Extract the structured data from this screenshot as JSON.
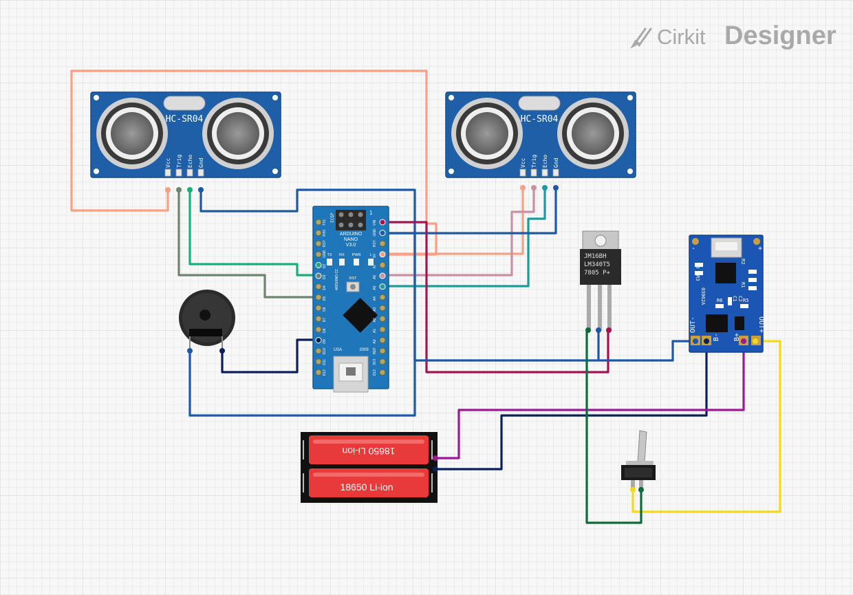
{
  "brand": {
    "cirkit": "Cirkit",
    "designer": "Designer",
    "logo_icon": "pencil-icon"
  },
  "components": {
    "sonar_left": {
      "label": "HC-SR04",
      "pins": [
        "Vcc",
        "Trig",
        "Echo",
        "Gnd"
      ]
    },
    "sonar_right": {
      "label": "HC-SR04",
      "pins": [
        "Vcc",
        "Trig",
        "Echo",
        "Gnd"
      ]
    },
    "nano": {
      "title_lines": [
        "ARDUINO",
        "NANO",
        "V3.0"
      ],
      "icsp_label": "ICSP",
      "icsp_pin1": "1",
      "leds": [
        "TX",
        "RX",
        "PWR",
        "L"
      ],
      "rst_button": "RST",
      "bottom_left": "USA",
      "bottom_right": "2009",
      "side_text": "ARDUINO.CC",
      "left_pins": [
        "TX1",
        "RX0",
        "RST",
        "GND",
        "D2",
        "D3",
        "D4",
        "D5",
        "D6",
        "D7",
        "D8",
        "D9",
        "D10",
        "D11",
        "D12"
      ],
      "right_pins": [
        "VIN",
        "GND",
        "RST",
        "5V",
        "A7",
        "A6",
        "A5",
        "A4",
        "A3",
        "A2",
        "A1",
        "A0",
        "REF",
        "3V3",
        "D13"
      ]
    },
    "regulator": {
      "lines": [
        "JM16BH",
        "LM340T5",
        "7805 P+"
      ]
    },
    "charger": {
      "labels": [
        "C3",
        "R3",
        "R2",
        "R1",
        "R5",
        "R6",
        "C1",
        "C2",
        "03962A"
      ],
      "out_minus": "OUT-",
      "out_plus": "OUT+",
      "b_minus": "B-",
      "b_plus": "B+",
      "pin_left_minus": "-",
      "pin_right_plus": "+"
    },
    "battery": {
      "cell_top": "18650 Li-ion",
      "cell_bottom": "18650 Li-ion"
    }
  },
  "wire_colors": {
    "salmon": "#f7a083",
    "gray_green": "#6d8570",
    "green": "#1aae7d",
    "blue": "#1c57a8",
    "maroon": "#a3134f",
    "pink": "#c98fa2",
    "teal": "#1b9aa0",
    "navy": "#0b1f5a",
    "purple": "#9c1a91",
    "yellow": "#f7d71e",
    "dark_green": "#0e6b3d"
  }
}
